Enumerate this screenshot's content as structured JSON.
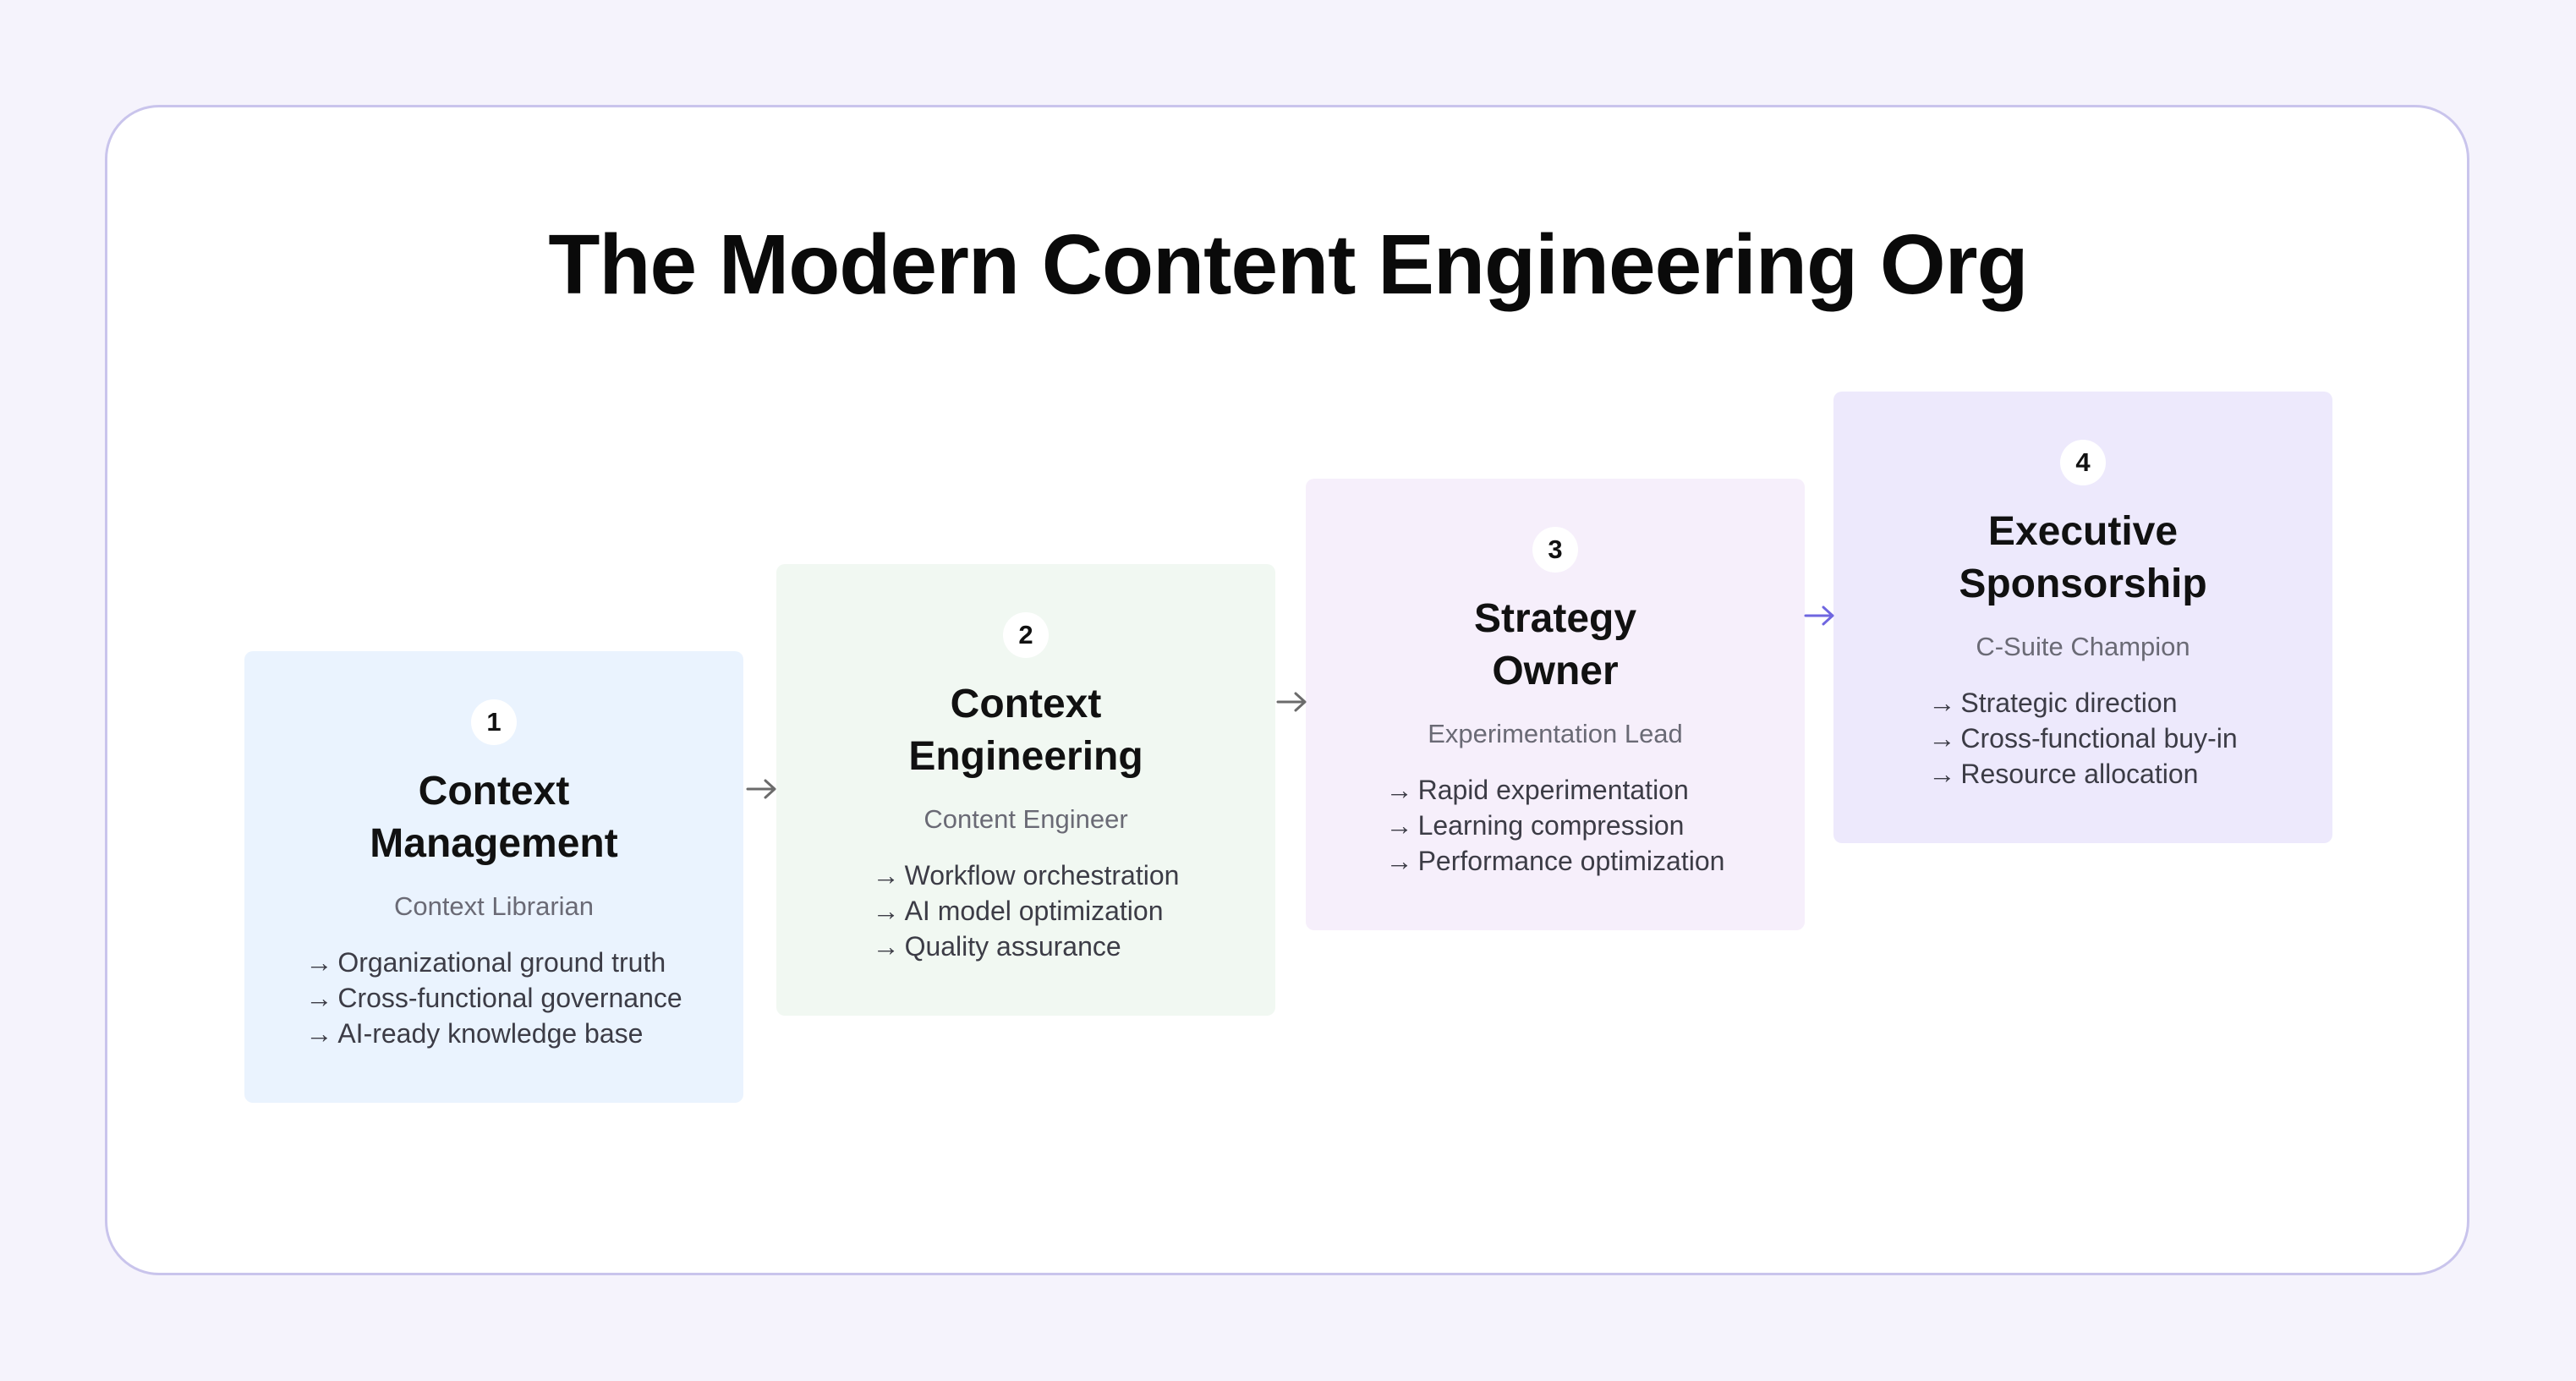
{
  "diagram": {
    "title": "The Modern Content Engineering Org",
    "arrow_glyph": "→",
    "steps": [
      {
        "number": "1",
        "title": "Context\nManagement",
        "role": "Context Librarian",
        "items": [
          "Organizational ground truth",
          "Cross-functional governance",
          "AI-ready knowledge base"
        ],
        "color": "#eaf3fe"
      },
      {
        "number": "2",
        "title": "Context\nEngineering",
        "role": "Content Engineer",
        "items": [
          "Workflow orchestration",
          "AI model optimization",
          "Quality assurance"
        ],
        "color": "#f1f8f2"
      },
      {
        "number": "3",
        "title": "Strategy\nOwner",
        "role": "Experimentation Lead",
        "items": [
          "Rapid experimentation",
          "Learning compression",
          "Performance optimization"
        ],
        "color": "#f6effb"
      },
      {
        "number": "4",
        "title": "Executive\nSponsorship",
        "role": "C-Suite Champion",
        "items": [
          "Strategic direction",
          "Cross-functional buy-in",
          "Resource allocation"
        ],
        "color": "#ede9fc"
      }
    ],
    "connector_colors": [
      "#6b6b6b",
      "#6b6b6b",
      "#6f66e0"
    ]
  }
}
